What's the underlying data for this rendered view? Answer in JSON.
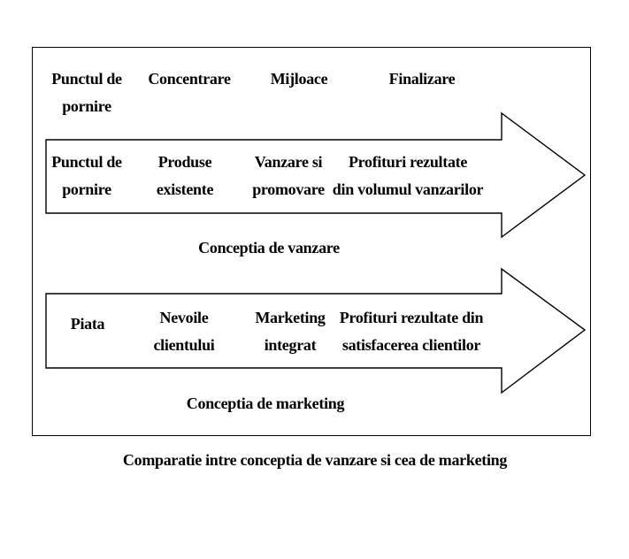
{
  "meta": {
    "background_color": "#ffffff",
    "ink_color": "#000000",
    "figure_caption": "Comparatie intre conceptia de vanzare si cea de marketing"
  },
  "diagram": {
    "headers": [
      {
        "label": "Punctul de\npornire"
      },
      {
        "label": "Concentrare"
      },
      {
        "label": "Mijloace"
      },
      {
        "label": "Finalizare"
      }
    ],
    "rows": [
      {
        "name": "sales-concept",
        "cells": [
          "Punctul de\npornire",
          "Produse\nexistente",
          "Vanzare si\npromovare",
          "Profituri rezultate\ndin volumul vanzarilor"
        ],
        "caption": "Conceptia de vanzare"
      },
      {
        "name": "marketing-concept",
        "cells": [
          "Piata",
          "Nevoile\nclientului",
          "Marketing\nintegrat",
          "Profituri rezultate din\nsatisfacerea clientilor"
        ],
        "caption": "Conceptia de marketing"
      }
    ]
  }
}
